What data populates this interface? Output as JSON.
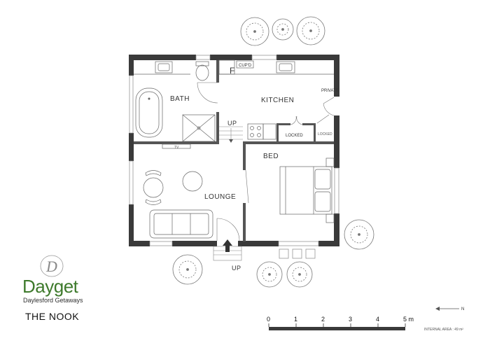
{
  "rooms": {
    "bath": "BATH",
    "kitchen": "KITCHEN",
    "bed": "BED",
    "lounge": "LOUNGE"
  },
  "fixtures": {
    "fridge": "F",
    "cupboard": "CUP'D",
    "private": "PRIVATE",
    "locked": "LOCKED",
    "locked_small": "LOCKED",
    "tv": "TV"
  },
  "stairs": {
    "up_inner": "UP",
    "up_entry": "UP"
  },
  "branding": {
    "logo_letter": "D",
    "name": "Dayget",
    "tagline": "Daylesford Getaways",
    "project": "THE NOOK"
  },
  "scale": {
    "ticks": [
      "0",
      "1",
      "2",
      "3",
      "4",
      "5 m"
    ]
  },
  "compass": {
    "label": "N"
  },
  "area": {
    "label": "INTERNAL AREA : 49 m²"
  },
  "colors": {
    "wall": "#3a3a3a",
    "brand_green": "#3e7a2c",
    "line": "#666666"
  }
}
